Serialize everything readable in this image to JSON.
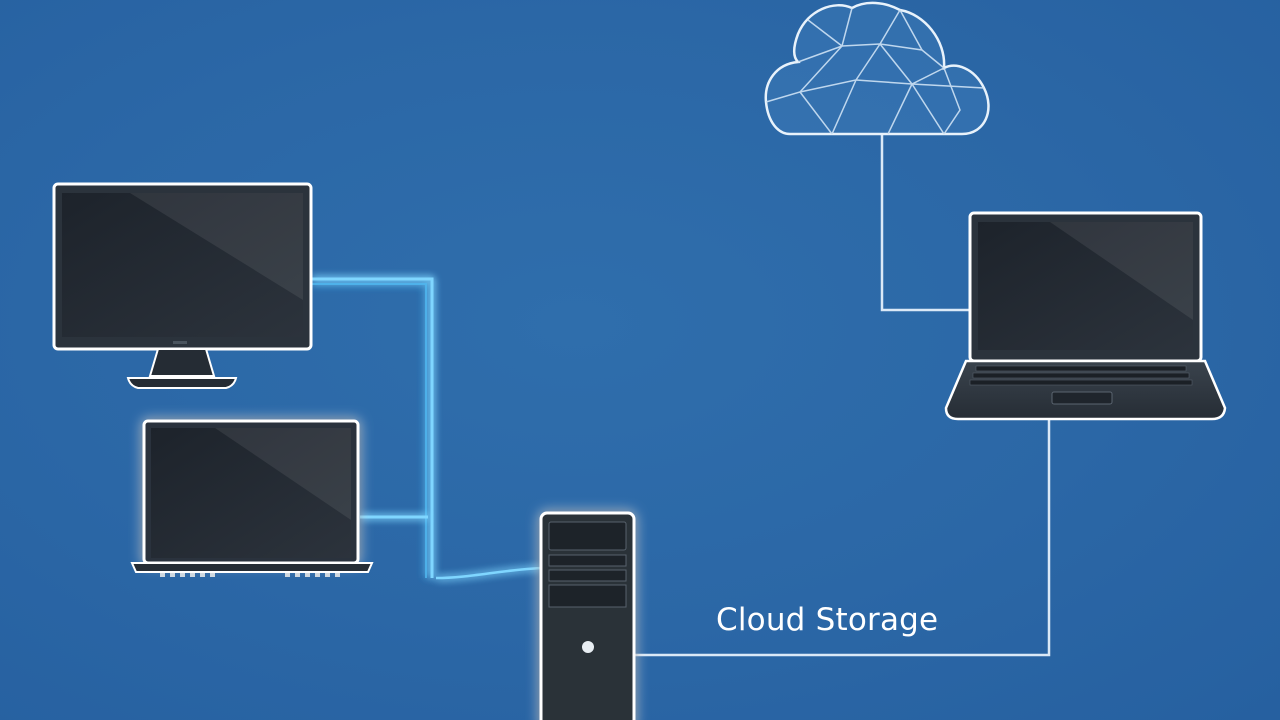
{
  "diagram": {
    "label_text": "Cloud Storage",
    "nodes": [
      {
        "id": "cloud",
        "icon": "cloud-icon"
      },
      {
        "id": "desktop-monitor",
        "icon": "monitor-icon"
      },
      {
        "id": "laptop-left",
        "icon": "laptop-icon"
      },
      {
        "id": "laptop-right",
        "icon": "laptop-icon"
      },
      {
        "id": "tower-server",
        "icon": "server-tower-icon"
      }
    ],
    "connections": [
      {
        "from": "desktop-monitor",
        "to": "tower-server",
        "style": "glowing"
      },
      {
        "from": "laptop-left",
        "to": "tower-server",
        "style": "glowing"
      },
      {
        "from": "cloud",
        "to": "laptop-right",
        "style": "plain"
      },
      {
        "from": "laptop-right",
        "to": "tower-server",
        "style": "plain"
      }
    ]
  },
  "colors": {
    "background": "#2b67a6",
    "glow_line": "#7fd6ff",
    "plain_line": "#dbe9f7",
    "device_outline": "#ffffff",
    "screen_dark": "#222a33",
    "label": "#ffffff"
  }
}
